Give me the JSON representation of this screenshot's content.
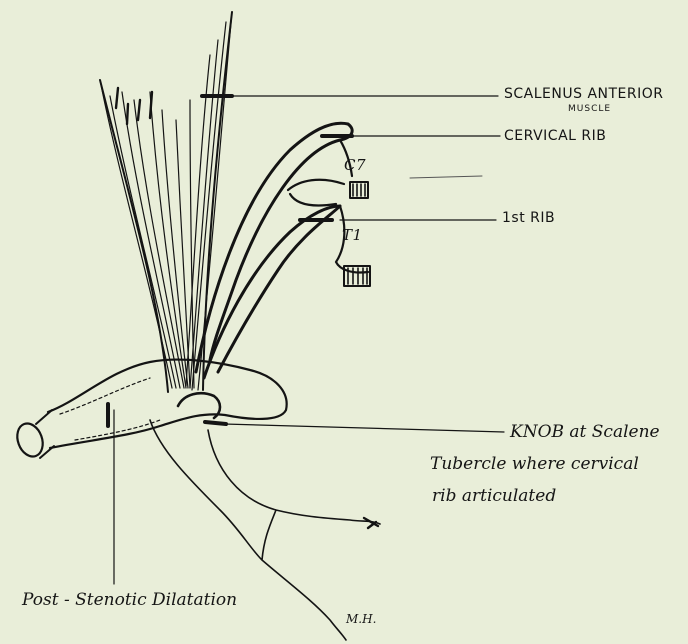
{
  "labels": {
    "scalenus_line1": "SCALENUS ANTERIOR",
    "scalenus_line2": "MUSCLE",
    "cervical_rib": "CERVICAL RIB",
    "first_rib": "1st RIB",
    "knob_line1": "KNOB at Scalene",
    "knob_line2": "Tubercle where cervical",
    "knob_line3": "rib articulated",
    "post_stenotic": "Post - Stenotic Dilatation",
    "vertebra_c7": "C7",
    "vertebra_t1": "T1",
    "signature": "M.H."
  },
  "colors": {
    "background": "#e9eed9",
    "ink": "#151515"
  }
}
